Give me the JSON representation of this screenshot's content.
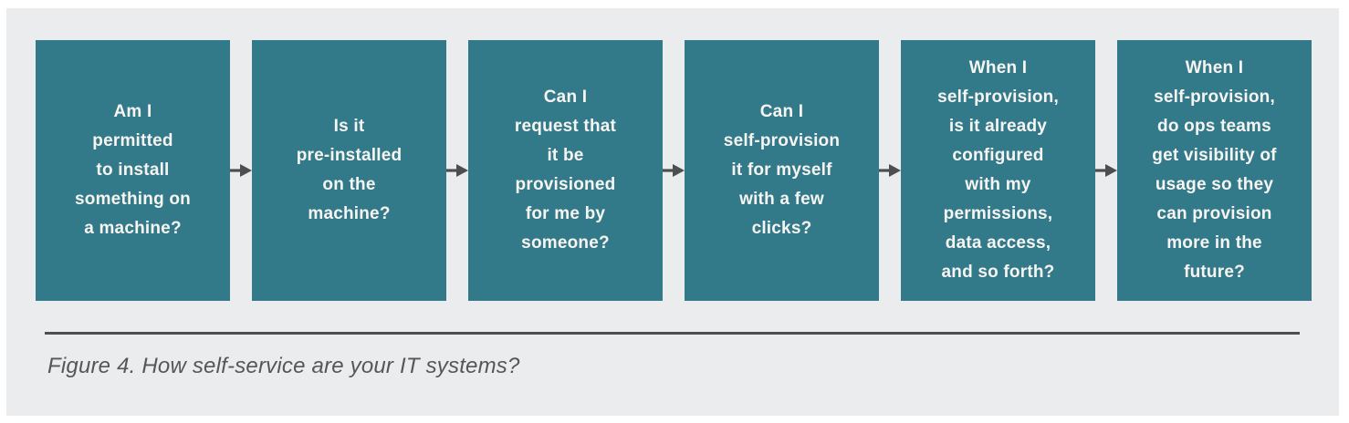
{
  "figure": {
    "caption": "Figure 4. How self-service are your IT systems?",
    "steps": [
      "Am I\npermitted\nto install\nsomething on\na machine?",
      "Is it\npre-installed\non the\nmachine?",
      "Can I\nrequest that\nit be\nprovisioned\nfor me by\nsomeone?",
      "Can I\nself-provision\nit for myself\nwith a few\nclicks?",
      "When I\nself-provision,\nis it already\nconfigured\nwith my\npermissions,\ndata access,\nand so forth?",
      "When I\nself-provision,\ndo ops teams\nget visibility of\nusage so they\ncan provision\nmore in the\nfuture?"
    ],
    "colors": {
      "panel_bg": "#ebecee",
      "box_bg": "#32798a",
      "box_text": "#f6f5f2",
      "arrow_color": "#4d4e50",
      "divider_color": "#4e4f51",
      "caption_color": "#55565a"
    }
  }
}
